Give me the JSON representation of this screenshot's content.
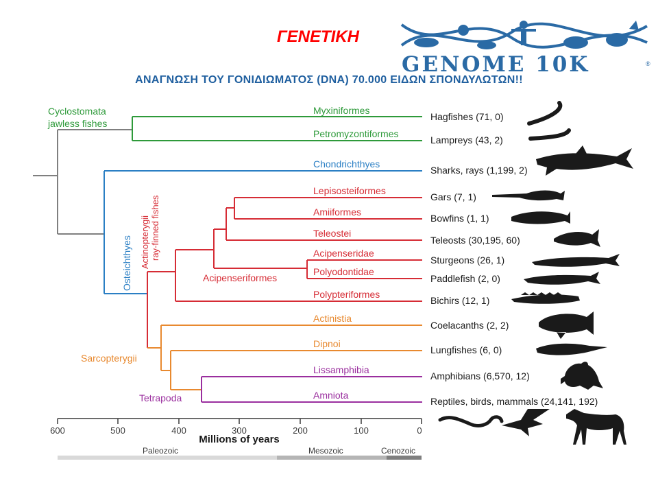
{
  "slide": {
    "title": "ΓΕΝΕΤΙΚΗ",
    "subtitle": "ΑΝΑΓΝΩΣΗ  ΤΟΥ ΓΟΝΙΔΙΩΜΑΤΟΣ  (DNA)  70.000 ΕΙΔΩΝ  ΣΠΟΝΔΥΛΩΤΩΝ!!"
  },
  "logo": {
    "text": "GENOME 10K",
    "registered": "®"
  },
  "colors": {
    "jawless": "#2e9a3a",
    "chondrichthyes": "#2b7fc4",
    "actinopterygii": "#d62c35",
    "sarcopterygii": "#e8892f",
    "tetrapoda": "#9a2e9e",
    "root": "#7f7f7f",
    "logo": "#2a6aa5",
    "silhouette": "#1a1a1a"
  },
  "tree": {
    "clades": {
      "cyclostomata_line1": "Cyclostomata",
      "cyclostomata_line2": "jawless fishes",
      "osteichthyes": "Osteichthyes",
      "actinopterygii_line1": "Actinopterygii",
      "actinopterygii_line2": "ray-finned fishes",
      "acipenseriformes": "Acipenseriformes",
      "sarcopterygii": "Sarcopterygii",
      "tetrapoda": "Tetrapoda"
    },
    "branch_labels": [
      "Myxiniformes",
      "Petromyzontiformes",
      "Chondrichthyes",
      "Lepisosteiformes",
      "Amiiformes",
      "Teleostei",
      "Acipenseridae",
      "Polyodontidae",
      "Polypteriformes",
      "Actinistia",
      "Dipnoi",
      "Lissamphibia",
      "Amniota"
    ],
    "taxa": [
      "Hagfishes (71, 0)",
      "Lampreys (43, 2)",
      "Sharks, rays (1,199, 2)",
      "Gars (7, 1)",
      "Bowfins (1, 1)",
      "Teleosts (30,195, 60)",
      "Sturgeons (26, 1)",
      "Paddlefish (2, 0)",
      "Bichirs (12, 1)",
      "Coelacanths (2, 2)",
      "Lungfishes (6, 0)",
      "Amphibians (6,570, 12)",
      "Reptiles, birds, mammals (24,141, 192)"
    ]
  },
  "time_axis": {
    "title": "Millions of years",
    "ticks": [
      "600",
      "500",
      "400",
      "300",
      "200",
      "100",
      "0"
    ],
    "eras": [
      "Paleozoic",
      "Mesozoic",
      "Cenozoic"
    ]
  },
  "silhouettes": [
    "hagfish-icon",
    "lamprey-icon",
    "shark-icon",
    "gar-icon",
    "bowfin-icon",
    "teleost-icon",
    "sturgeon-icon",
    "paddlefish-icon",
    "bichir-icon",
    "coelacanth-icon",
    "lungfish-icon",
    "frog-icon",
    "snake-icon",
    "bird-icon",
    "horse-icon"
  ]
}
